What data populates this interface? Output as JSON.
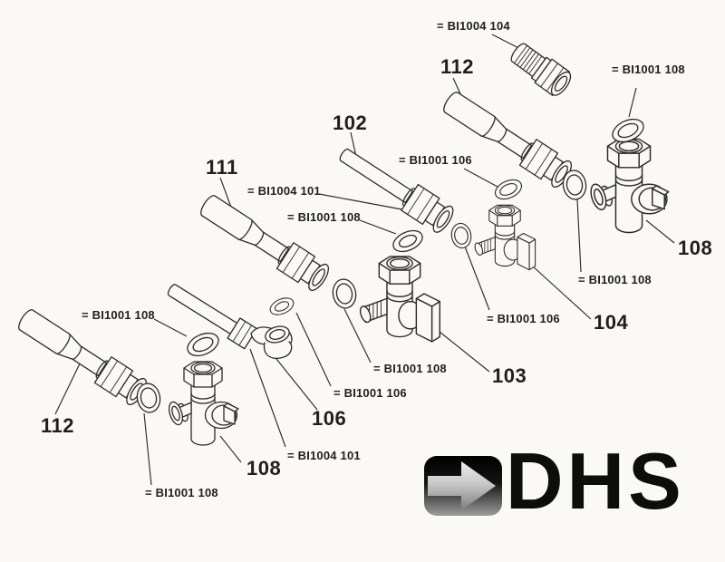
{
  "figure": {
    "type": "exploded-parts-diagram",
    "paper_color": "#faf9f6",
    "ink_color": "#2d2b28"
  },
  "diagram": {
    "part_numbers": [
      {
        "key": "pipe-112-top",
        "text": "112"
      },
      {
        "key": "pipe-102",
        "text": "102"
      },
      {
        "key": "pipe-111",
        "text": "111"
      },
      {
        "key": "valve-108-right",
        "text": "108"
      },
      {
        "key": "valve-104",
        "text": "104"
      },
      {
        "key": "valve-103",
        "text": "103"
      },
      {
        "key": "elbow-106",
        "text": "106"
      },
      {
        "key": "pipe-112-left",
        "text": "112"
      },
      {
        "key": "valve-108-bottom",
        "text": "108"
      }
    ],
    "component_refs": [
      {
        "key": "bi1004-104",
        "text": "= BI1004 104"
      },
      {
        "key": "bi1001-108-top-right",
        "text": "= BI1001 108"
      },
      {
        "key": "bi1001-106-upper",
        "text": "= BI1001 106"
      },
      {
        "key": "bi1004-101-upper",
        "text": "= BI1004 101"
      },
      {
        "key": "bi1001-108-upper-mid",
        "text": "= BI1001 108"
      },
      {
        "key": "bi1001-108-right",
        "text": "= BI1001 108"
      },
      {
        "key": "bi1001-106-mid-right",
        "text": "= BI1001 106"
      },
      {
        "key": "bi1001-108-center",
        "text": "= BI1001 108"
      },
      {
        "key": "bi1001-106-center-left",
        "text": "= BI1001 106"
      },
      {
        "key": "bi1004-101-lower",
        "text": "= BI1004 101"
      },
      {
        "key": "bi1001-108-left",
        "text": "= BI1001 108"
      },
      {
        "key": "bi1001-108-bottom",
        "text": "= BI1001 108"
      }
    ]
  },
  "logo": {
    "text": "DHS",
    "icon": "arrow-right-icon",
    "square_top_color": "#000000",
    "square_bottom_color": "#9c9c9c",
    "arrow_top_color": "#ededed",
    "arrow_bottom_color": "#7d7d7d",
    "text_color": "#0d0d0c"
  }
}
